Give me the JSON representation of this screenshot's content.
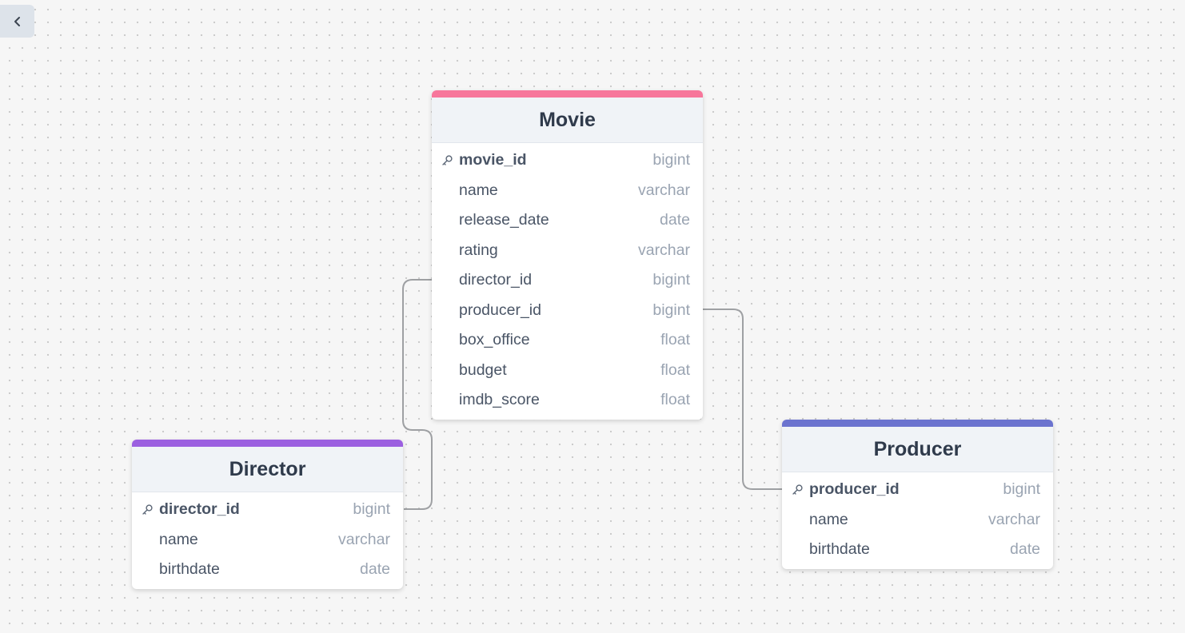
{
  "toolbar": {
    "back_icon": "chevron-left-icon"
  },
  "colors": {
    "movie_accent": "#f7769b",
    "director_accent": "#9b5fe0",
    "producer_accent": "#6b73cf",
    "connector": "#9ea0a3"
  },
  "relations": [
    {
      "from": "Movie.director_id",
      "to": "Director.director_id"
    },
    {
      "from": "Movie.producer_id",
      "to": "Producer.producer_id"
    }
  ],
  "tables": {
    "movie": {
      "name": "Movie",
      "fields": [
        {
          "name": "movie_id",
          "type": "bigint",
          "pk": true
        },
        {
          "name": "name",
          "type": "varchar"
        },
        {
          "name": "release_date",
          "type": "date"
        },
        {
          "name": "rating",
          "type": "varchar"
        },
        {
          "name": "director_id",
          "type": "bigint"
        },
        {
          "name": "producer_id",
          "type": "bigint"
        },
        {
          "name": "box_office",
          "type": "float"
        },
        {
          "name": "budget",
          "type": "float"
        },
        {
          "name": "imdb_score",
          "type": "float"
        }
      ]
    },
    "director": {
      "name": "Director",
      "fields": [
        {
          "name": "director_id",
          "type": "bigint",
          "pk": true
        },
        {
          "name": "name",
          "type": "varchar"
        },
        {
          "name": "birthdate",
          "type": "date"
        }
      ]
    },
    "producer": {
      "name": "Producer",
      "fields": [
        {
          "name": "producer_id",
          "type": "bigint",
          "pk": true
        },
        {
          "name": "name",
          "type": "varchar"
        },
        {
          "name": "birthdate",
          "type": "date"
        }
      ]
    }
  }
}
